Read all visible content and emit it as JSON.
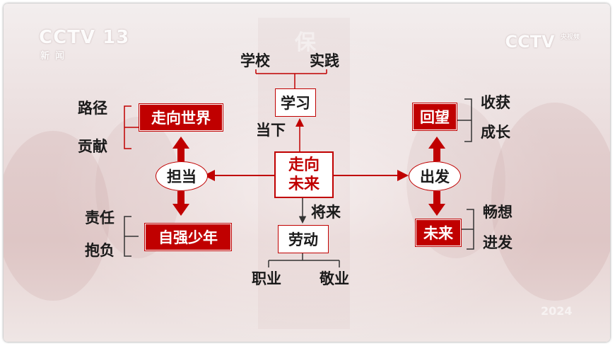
{
  "watermarks": {
    "cctv_left_main": "CCTV 13",
    "cctv_left_sub": "新闻",
    "cctv_right": "CCTV",
    "cctv_right_small": "央视频",
    "bg_year": "2024"
  },
  "diagram": {
    "center": {
      "line1": "走向",
      "line2": "未来"
    },
    "top": {
      "edge_label": "当下",
      "node": "学习",
      "leaves": [
        "学校",
        "实践"
      ]
    },
    "bottom": {
      "edge_label": "将来",
      "node": "劳动",
      "leaves": [
        "职业",
        "敬业"
      ]
    },
    "left": {
      "hub": "担当",
      "upper": {
        "node": "走向世界",
        "leaves": [
          "路径",
          "贡献"
        ]
      },
      "lower": {
        "node": "自强少年",
        "leaves": [
          "责任",
          "抱负"
        ]
      }
    },
    "right": {
      "hub": "出发",
      "upper": {
        "node": "回望",
        "leaves": [
          "收获",
          "成长"
        ]
      },
      "lower": {
        "node": "未来",
        "leaves": [
          "畅想",
          "进发"
        ]
      }
    }
  },
  "colors": {
    "accent_red": "#c00000",
    "text_dark": "#1a1a1a"
  }
}
